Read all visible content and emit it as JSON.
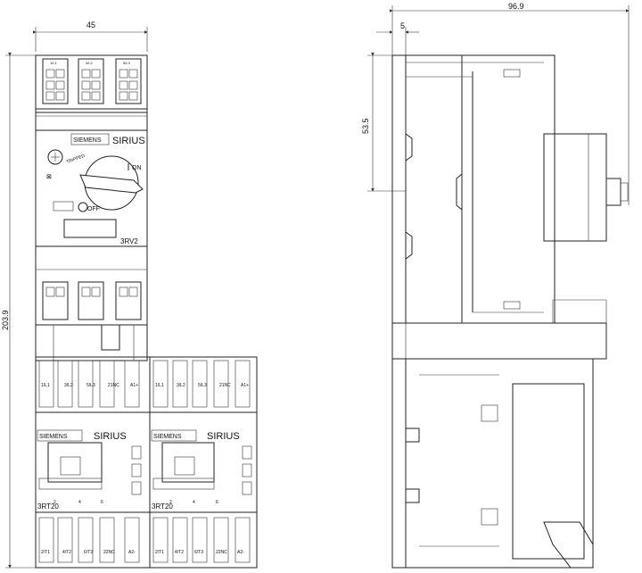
{
  "dimensions": {
    "width_front": "45",
    "height_total": "203.9",
    "width_side": "96.9",
    "offset_side": "5",
    "height_partial": "53.5"
  },
  "breaker": {
    "brand": "SIEMENS",
    "series": "SIRIUS",
    "model": "3RV2",
    "on_label": "ON",
    "off_label": "OFF",
    "trip_label": "TRIPPED",
    "top_terminals": [
      "1/L1",
      "3/L2",
      "5/L3"
    ]
  },
  "contactors": [
    {
      "brand": "SIEMENS",
      "series": "SIRIUS",
      "model": "3RT20",
      "top_terminals": [
        "1/L1",
        "3/L2",
        "5/L3",
        "21NC",
        "A1+"
      ],
      "mid_terminals": [
        "2",
        "4",
        "6"
      ],
      "bottom_terminals": [
        "2/T1",
        "4/T2",
        "6/T3",
        "22NC",
        "A2-"
      ]
    },
    {
      "brand": "SIEMENS",
      "series": "SIRIUS",
      "model": "3RT20",
      "top_terminals": [
        "1/L1",
        "3/L2",
        "5/L3",
        "21NC",
        "A1+"
      ],
      "mid_terminals": [
        "2",
        "4",
        "6"
      ],
      "bottom_terminals": [
        "2/T1",
        "4/T2",
        "6/T3",
        "22NC",
        "A2-"
      ]
    }
  ]
}
